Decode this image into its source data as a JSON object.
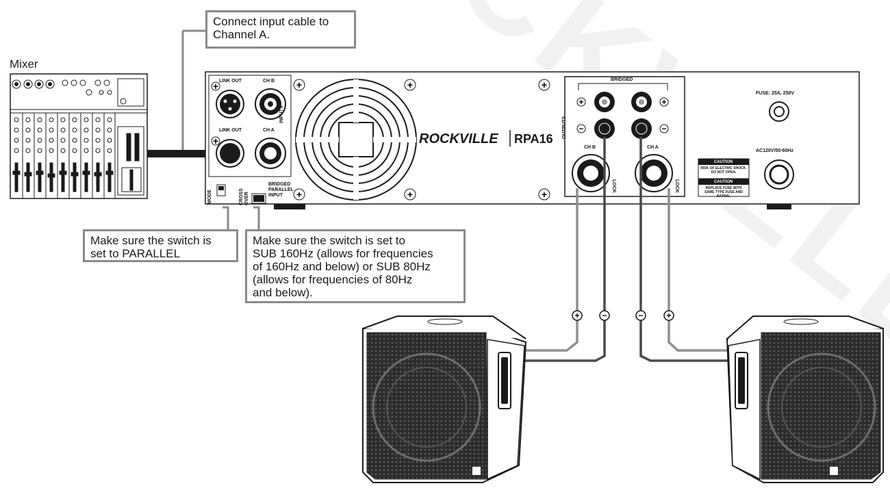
{
  "diagram": {
    "mixer_label": "Mixer",
    "callouts": {
      "input_cable": "Connect input cable to\nChannel A.",
      "mode_switch": "Make sure the switch is\nset to PARALLEL",
      "crossover_switch": "Make sure the switch is set to\nSUB 160Hz (allows for frequencies\nof 160Hz and below) or SUB 80Hz\n(allows for frequencies of 80Hz\nand below)."
    },
    "amplifier": {
      "brand": "ROCKVILLE",
      "model": "RPA16",
      "link_out_top": "LINK OUT",
      "ch_b_input": "CH B",
      "link_out_bottom": "LINK OUT",
      "ch_a_input": "CH A",
      "inputs_label": "INPUTS",
      "mode_label": "MODE",
      "crossover_label": "CROSS OVER",
      "bridged_parallel_input": "BRIDGED PARALLEL INPUT",
      "bridged_label": "BRIDGED",
      "outputs_label": "OUTPUTS",
      "ch_b_output": "CH B",
      "ch_a_output": "CH A",
      "lock_label": "LOCK",
      "fuse_label": "FUSE: 25A, 250V",
      "power_label": "AC120V/50-60Hz",
      "caution_title_1": "CAUTION",
      "caution_text_1": "RISK OF ELECTRIC SHOCK. DO NOT OPEN.",
      "caution_title_2": "CAUTION",
      "caution_text_2": "REPLACE FUSE WITH SAME TYPE FUSE AND RATING."
    },
    "terminal_markers": [
      "+",
      "−",
      "−",
      "+"
    ],
    "watermark": "ROCKVILLE",
    "colors": {
      "line": "#1a1a1a",
      "callout_border": "#8a8a8a",
      "speaker_wire_positive": "#8f8f8f",
      "speaker_wire_negative": "#4a4a4a",
      "watermark": "#f2f2f2"
    }
  }
}
